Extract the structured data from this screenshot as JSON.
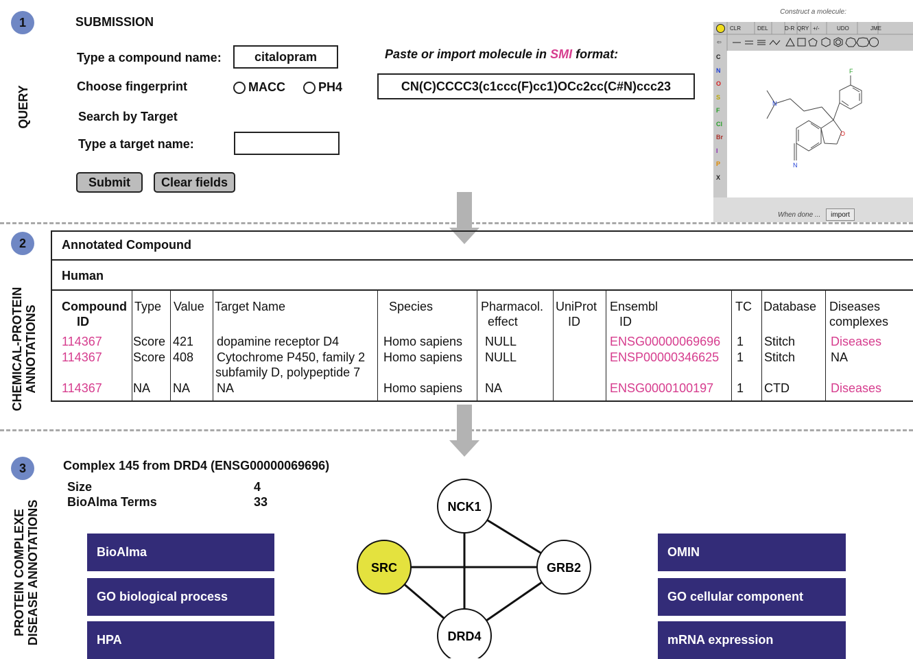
{
  "steps": [
    "1",
    "2",
    "3"
  ],
  "section_labels": {
    "query": "QUERY",
    "annotations_line1": "CHEMICAL-PROTEIN",
    "annotations_line2": "ANNOTATIONS",
    "complex_line1": "PROTEIN COMPLEXE",
    "complex_line2": "DISEASE ANNOTATIONS"
  },
  "submission": {
    "heading": "SUBMISSION",
    "compound_label": "Type a compound name:",
    "compound_value": "citalopram",
    "fingerprint_label": "Choose fingerprint",
    "fingerprint_options": [
      "MACC",
      "PH4"
    ],
    "target_heading": "Search by Target",
    "target_label": "Type a target name:",
    "target_value": "",
    "smi_prefix": "Paste or import molecule in ",
    "smi_word": "SMI",
    "smi_suffix": " format:",
    "smiles_value": "CN(C)CCCC3(c1ccc(F)cc1)OCc2cc(C#N)ccc23",
    "submit_label": "Submit",
    "clear_label": "Clear fields"
  },
  "jme": {
    "title": "Construct a molecule:",
    "toolbar_top": [
      "CLR",
      "DEL",
      "D-R",
      "QRY",
      "+/-",
      "UDO",
      "JME"
    ],
    "elements": [
      "C",
      "N",
      "O",
      "S",
      "F",
      "Cl",
      "Br",
      "I",
      "P",
      "X"
    ],
    "element_colors": [
      "#222222",
      "#1f3fd6",
      "#d62020",
      "#b8a600",
      "#2aa02a",
      "#2aa02a",
      "#a8302a",
      "#8a2ab0",
      "#e08a00",
      "#222222"
    ],
    "atom_F": "F",
    "atom_N1": "N",
    "atom_O": "O",
    "atom_N2": "N",
    "done_text": "When done ...",
    "import_label": "import"
  },
  "table": {
    "title": "Annotated Compound",
    "organism": "Human",
    "headers": [
      [
        "Compound",
        "ID"
      ],
      [
        "Type",
        ""
      ],
      [
        "Value",
        ""
      ],
      [
        "Target Name",
        ""
      ],
      [
        "Species",
        ""
      ],
      [
        "Pharmacol.",
        "effect"
      ],
      [
        "UniProt",
        "ID"
      ],
      [
        "Ensembl",
        "ID"
      ],
      [
        "TC",
        ""
      ],
      [
        "Database",
        ""
      ],
      [
        "Diseases",
        "complexes"
      ]
    ],
    "rows": [
      [
        "114367",
        "Score",
        "421",
        "dopamine receptor D4",
        "",
        "Homo sapiens",
        "NULL",
        "",
        "ENSG00000069696",
        "1",
        "Stitch",
        "Diseases"
      ],
      [
        "114367",
        "Score",
        "408",
        "Cytochrome P450, family 2",
        "subfamily D, polypeptide 7",
        "Homo sapiens",
        "NULL",
        "",
        "ENSP00000346625",
        "1",
        "Stitch",
        "NA"
      ],
      [
        "114367",
        "NA",
        "NA",
        "NA",
        "",
        "Homo sapiens",
        "NA",
        "",
        "ENSG0000100197",
        "1",
        "CTD",
        "Diseases"
      ]
    ]
  },
  "complex": {
    "title": "Complex 145 from DRD4 (ENSG00000069696)",
    "size_label": "Size",
    "size_value": "4",
    "terms_label": "BioAlma Terms",
    "terms_value": "33",
    "left_boxes": [
      "BioAlma",
      "GO biological process",
      "HPA"
    ],
    "right_boxes": [
      "OMIN",
      "GO cellular component",
      "mRNA expression"
    ],
    "nodes": [
      "NCK1",
      "SRC",
      "GRB2",
      "DRD4"
    ],
    "highlight_color": "#e4e23e",
    "box_color": "#332c78"
  }
}
